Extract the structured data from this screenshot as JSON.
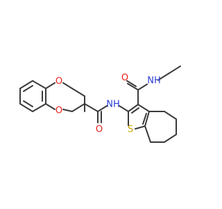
{
  "colors": {
    "bond": "#3a3a3a",
    "oxygen": "#e8221a",
    "nitrogen": "#2b3cd6",
    "sulfur": "#c9a400",
    "background": "#ffffff"
  },
  "atoms": {
    "ring_o_top": "O",
    "ring_o_bottom": "O",
    "amide_o_left": "O",
    "amide_nh_left": "NH",
    "amide_o_right": "O",
    "amide_nh_right": "NH",
    "thiophene_s": "S"
  }
}
